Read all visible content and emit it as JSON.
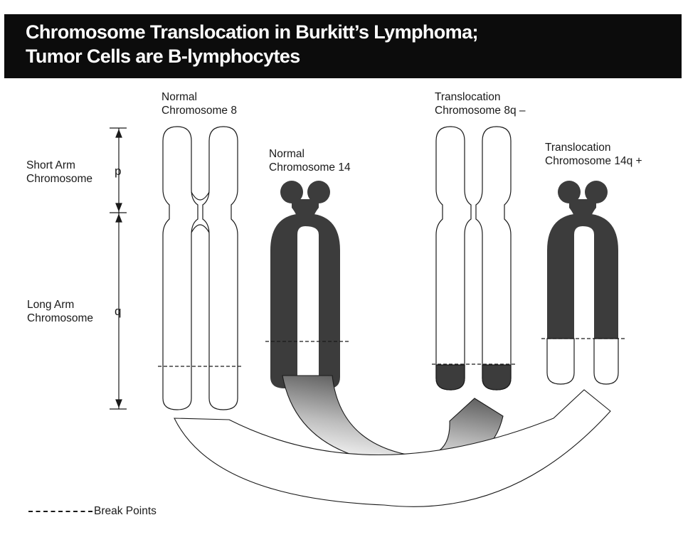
{
  "title": {
    "line1": "Chromosome Translocation in Burkitt’s Lymphoma;",
    "line2": "Tumor Cells are B-lymphocytes"
  },
  "arms": {
    "short": {
      "line1": "Short Arm",
      "line2": "Chromosome",
      "letter": "p"
    },
    "long": {
      "line1": "Long Arm",
      "line2": "Chromosome",
      "letter": "q"
    }
  },
  "chromosomes": {
    "normal8": {
      "line1": "Normal",
      "line2": "Chromosome 8"
    },
    "normal14": {
      "line1": "Normal",
      "line2": "Chromosome 14"
    },
    "trans8": {
      "line1": "Translocation",
      "line2": "Chromosome 8q –"
    },
    "trans14": {
      "line1": "Translocation",
      "line2": "Chromosome 14q +"
    }
  },
  "legend": {
    "label": "Break Points"
  },
  "colors": {
    "title_bar": "#0c0c0c",
    "chromosome14": "#3c3c3c",
    "outline": "#1a1a1a"
  }
}
